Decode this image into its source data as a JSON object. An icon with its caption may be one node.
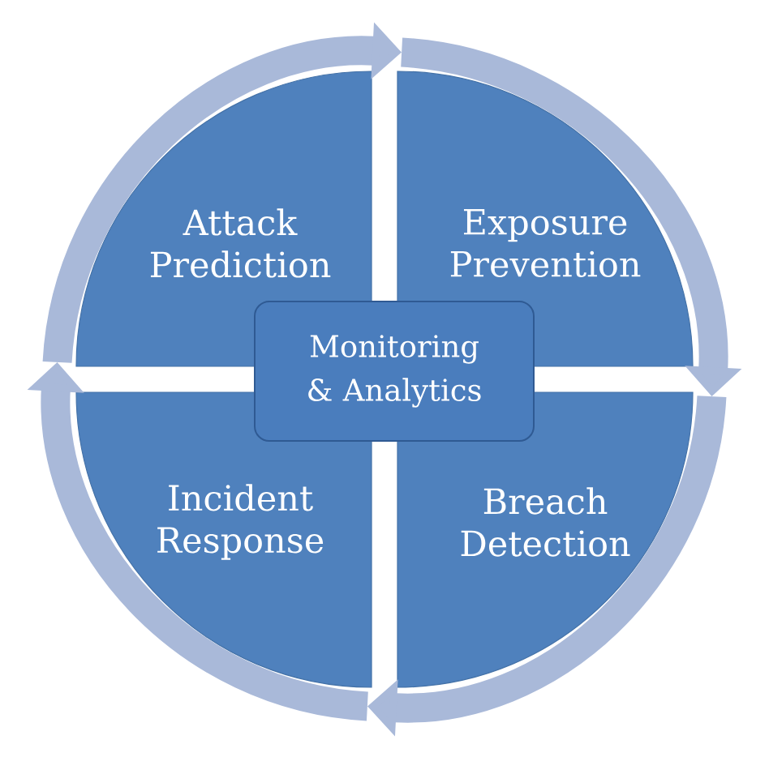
{
  "diagram": {
    "nodes": [
      {
        "text": [
          "Attack Prediction"
        ]
      },
      {
        "text": [
          "Exposure Prevention"
        ]
      },
      {
        "text": [
          "Breach Detection"
        ]
      },
      {
        "text": [
          "Incident Response"
        ]
      },
      {
        "text": [
          "Monitoring & Analytics"
        ]
      }
    ],
    "edges": [
      {
        "from": 0,
        "to": 1,
        "arrow": "to"
      },
      {
        "from": 1,
        "to": 2,
        "arrow": "to"
      },
      {
        "from": 2,
        "to": 3,
        "arrow": "to"
      },
      {
        "from": 3,
        "to": 0,
        "arrow": "to"
      }
    ]
  }
}
